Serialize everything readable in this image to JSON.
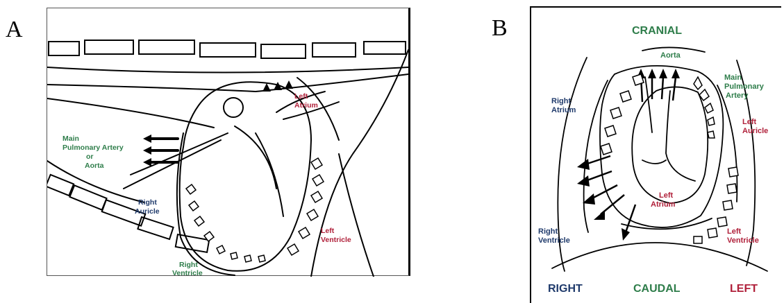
{
  "panel_a": {
    "letter": "A",
    "labels": {
      "main_pa_l1": "Main",
      "main_pa_l2": "Pulmonary Artery",
      "main_pa_l3": "or",
      "main_pa_l4": "Aorta",
      "left_atrium_l1": "Left",
      "left_atrium_l2": "Atrium",
      "right_auricle_l1": "Right",
      "right_auricle_l2": "Auricle",
      "left_ventricle_l1": "Left",
      "left_ventricle_l2": "Ventricle",
      "right_ventricle_l1": "Right",
      "right_ventricle_l2": "Ventricle"
    }
  },
  "panel_b": {
    "letter": "B",
    "labels": {
      "cranial": "CRANIAL",
      "aorta": "Aorta",
      "main_pa_l1": "Main",
      "main_pa_l2": "Pulmonary",
      "main_pa_l3": "Artery",
      "right_atrium_l1": "Right",
      "right_atrium_l2": "Atrium",
      "left_auricle_l1": "Left",
      "left_auricle_l2": "Auricle",
      "left_atrium_l1": "Left",
      "left_atrium_l2": "Atrium",
      "right_ventricle_l1": "Right",
      "right_ventricle_l2": "Ventricle",
      "left_ventricle_l1": "Left",
      "left_ventricle_l2": "Ventricle",
      "right": "RIGHT",
      "caudal": "CAUDAL",
      "left": "LEFT"
    }
  },
  "colors": {
    "green": "#2e7d4a",
    "blue": "#1f3a6b",
    "red": "#b0203a"
  }
}
